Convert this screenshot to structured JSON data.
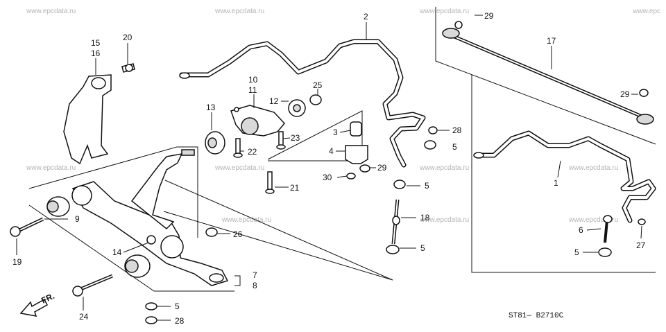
{
  "watermark": "www.epcdata.ru",
  "watermark_cut": "www.epc",
  "diagram_code": "ST81— B2710C",
  "direction_label": "FR.",
  "labels": {
    "p1": "1",
    "p2": "2",
    "p3": "3",
    "p4": "4",
    "p5": "5",
    "p6": "6",
    "p7": "7",
    "p8": "8",
    "p10": "10",
    "p11": "11",
    "p12": "12",
    "p13": "13",
    "p14": "14",
    "p15": "15",
    "p16": "16",
    "p17": "17",
    "p18": "18",
    "p19": "19",
    "p20": "20",
    "p21": "21",
    "p22": "22",
    "p23": "23",
    "p24": "24",
    "p25": "25",
    "p26": "26",
    "p27": "27",
    "p28": "28",
    "p29": "29",
    "p30": "30",
    "p9": "9"
  }
}
